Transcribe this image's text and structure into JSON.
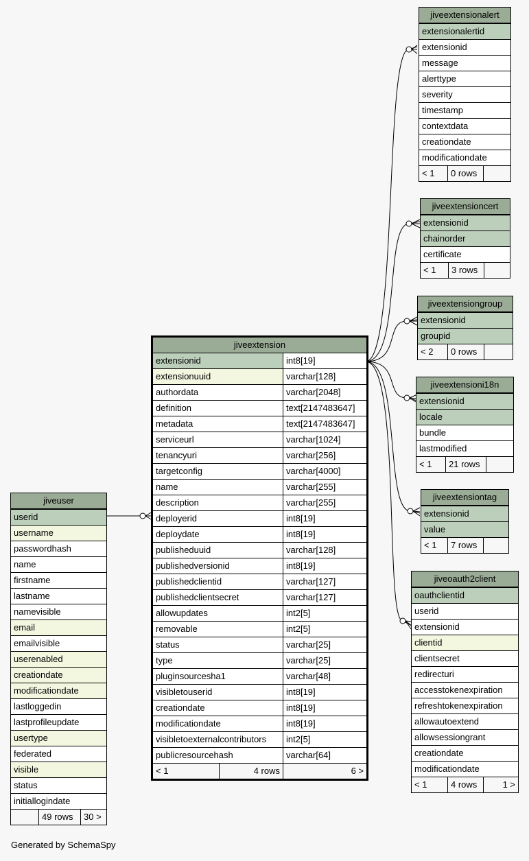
{
  "colors": {
    "header": "#9aab96",
    "primary_key": "#bccfbb",
    "indexed": "#f4f7e0",
    "background": "#f7f7f7"
  },
  "tables": {
    "jiveextensionalert": {
      "name": "jiveextensionalert",
      "columns": [
        "extensionalertid",
        "extensionid",
        "message",
        "alerttype",
        "severity",
        "timestamp",
        "contextdata",
        "creationdate",
        "modificationdate"
      ],
      "footer": [
        "< 1",
        "0 rows",
        ""
      ]
    },
    "jiveextensioncert": {
      "name": "jiveextensioncert",
      "columns": [
        "extensionid",
        "chainorder",
        "certificate"
      ],
      "footer": [
        "< 1",
        "3 rows",
        ""
      ]
    },
    "jiveextensiongroup": {
      "name": "jiveextensiongroup",
      "columns": [
        "extensionid",
        "groupid"
      ],
      "footer": [
        "< 2",
        "0 rows",
        ""
      ]
    },
    "jiveextensioni18n": {
      "name": "jiveextensioni18n",
      "columns": [
        "extensionid",
        "locale",
        "bundle",
        "lastmodified"
      ],
      "footer": [
        "< 1",
        "21 rows",
        ""
      ]
    },
    "jiveextensiontag": {
      "name": "jiveextensiontag",
      "columns": [
        "extensionid",
        "value"
      ],
      "footer": [
        "< 1",
        "7 rows",
        ""
      ]
    },
    "jiveoauth2client": {
      "name": "jiveoauth2client",
      "columns": [
        "oauthclientid",
        "userid",
        "extensionid",
        "clientid",
        "clientsecret",
        "redirecturi",
        "accesstokenexpiration",
        "refreshtokenexpiration",
        "allowautoextend",
        "allowsessiongrant",
        "creationdate",
        "modificationdate"
      ],
      "footer": [
        "< 1",
        "4 rows",
        "1 >"
      ]
    },
    "jiveuser": {
      "name": "jiveuser",
      "columns": [
        "userid",
        "username",
        "passwordhash",
        "name",
        "firstname",
        "lastname",
        "namevisible",
        "email",
        "emailvisible",
        "userenabled",
        "creationdate",
        "modificationdate",
        "lastloggedin",
        "lastprofileupdate",
        "usertype",
        "federated",
        "visible",
        "status",
        "initiallogindate"
      ],
      "footer": [
        "",
        "49 rows",
        "30 >"
      ]
    },
    "jiveextension": {
      "name": "jiveextension",
      "columns": [
        [
          "extensionid",
          "int8[19]"
        ],
        [
          "extensionuuid",
          "varchar[128]"
        ],
        [
          "authordata",
          "varchar[2048]"
        ],
        [
          "definition",
          "text[2147483647]"
        ],
        [
          "metadata",
          "text[2147483647]"
        ],
        [
          "serviceurl",
          "varchar[1024]"
        ],
        [
          "tenancyuri",
          "varchar[256]"
        ],
        [
          "targetconfig",
          "varchar[4000]"
        ],
        [
          "name",
          "varchar[255]"
        ],
        [
          "description",
          "varchar[255]"
        ],
        [
          "deployerid",
          "int8[19]"
        ],
        [
          "deploydate",
          "int8[19]"
        ],
        [
          "publisheduuid",
          "varchar[128]"
        ],
        [
          "publishedversionid",
          "int8[19]"
        ],
        [
          "publishedclientid",
          "varchar[127]"
        ],
        [
          "publishedclientsecret",
          "varchar[127]"
        ],
        [
          "allowupdates",
          "int2[5]"
        ],
        [
          "removable",
          "int2[5]"
        ],
        [
          "status",
          "varchar[25]"
        ],
        [
          "type",
          "varchar[25]"
        ],
        [
          "pluginsourcesha1",
          "varchar[48]"
        ],
        [
          "visibletouserid",
          "int8[19]"
        ],
        [
          "creationdate",
          "int8[19]"
        ],
        [
          "modificationdate",
          "int8[19]"
        ],
        [
          "visibletoexternalcontributors",
          "int2[5]"
        ],
        [
          "publicresourcehash",
          "varchar[64]"
        ]
      ],
      "footer": [
        "< 1",
        "4 rows",
        "6 >"
      ]
    }
  },
  "footer_note": "Generated by SchemaSpy"
}
